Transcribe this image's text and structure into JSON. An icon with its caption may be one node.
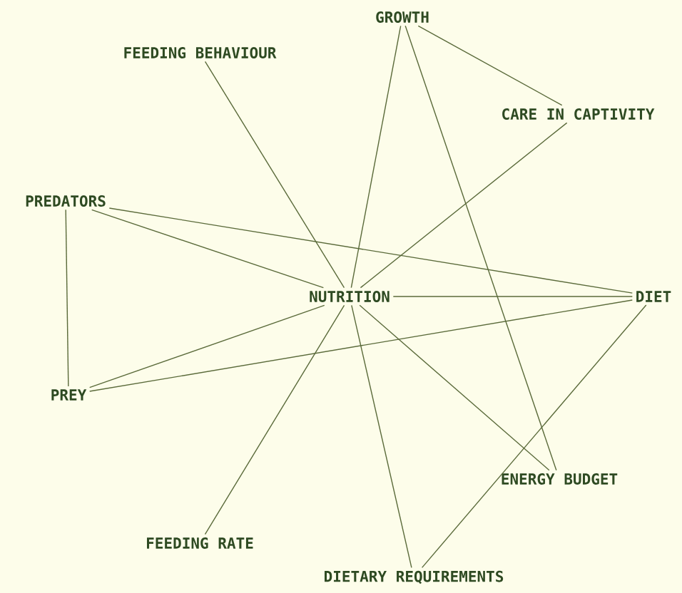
{
  "diagram": {
    "nodes": [
      {
        "text": [
          "GROWTH"
        ]
      },
      {
        "text": [
          "FEEDING BEHAVIOUR"
        ]
      },
      {
        "text": [
          "CARE IN CAPTIVITY"
        ]
      },
      {
        "text": [
          "PREDATORS"
        ]
      },
      {
        "text": [
          "NUTRITION"
        ]
      },
      {
        "text": [
          "DIET"
        ]
      },
      {
        "text": [
          "PREY"
        ]
      },
      {
        "text": [
          "ENERGY BUDGET"
        ]
      },
      {
        "text": [
          "FEEDING RATE"
        ]
      },
      {
        "text": [
          "DIETARY REQUIREMENTS"
        ]
      }
    ],
    "edges": [
      {
        "from": 0,
        "to": 2,
        "arrow": "none"
      },
      {
        "from": 0,
        "to": 4,
        "arrow": "none"
      },
      {
        "from": 0,
        "to": 7,
        "arrow": "none"
      },
      {
        "from": 1,
        "to": 4,
        "arrow": "none"
      },
      {
        "from": 2,
        "to": 4,
        "arrow": "none"
      },
      {
        "from": 3,
        "to": 4,
        "arrow": "none"
      },
      {
        "from": 3,
        "to": 5,
        "arrow": "none"
      },
      {
        "from": 3,
        "to": 6,
        "arrow": "none"
      },
      {
        "from": 4,
        "to": 5,
        "arrow": "none"
      },
      {
        "from": 4,
        "to": 6,
        "arrow": "none"
      },
      {
        "from": 6,
        "to": 5,
        "arrow": "none"
      },
      {
        "from": 4,
        "to": 8,
        "arrow": "none"
      },
      {
        "from": 4,
        "to": 9,
        "arrow": "none"
      },
      {
        "from": 4,
        "to": 7,
        "arrow": "none"
      },
      {
        "from": 5,
        "to": 9,
        "arrow": "none"
      }
    ]
  }
}
